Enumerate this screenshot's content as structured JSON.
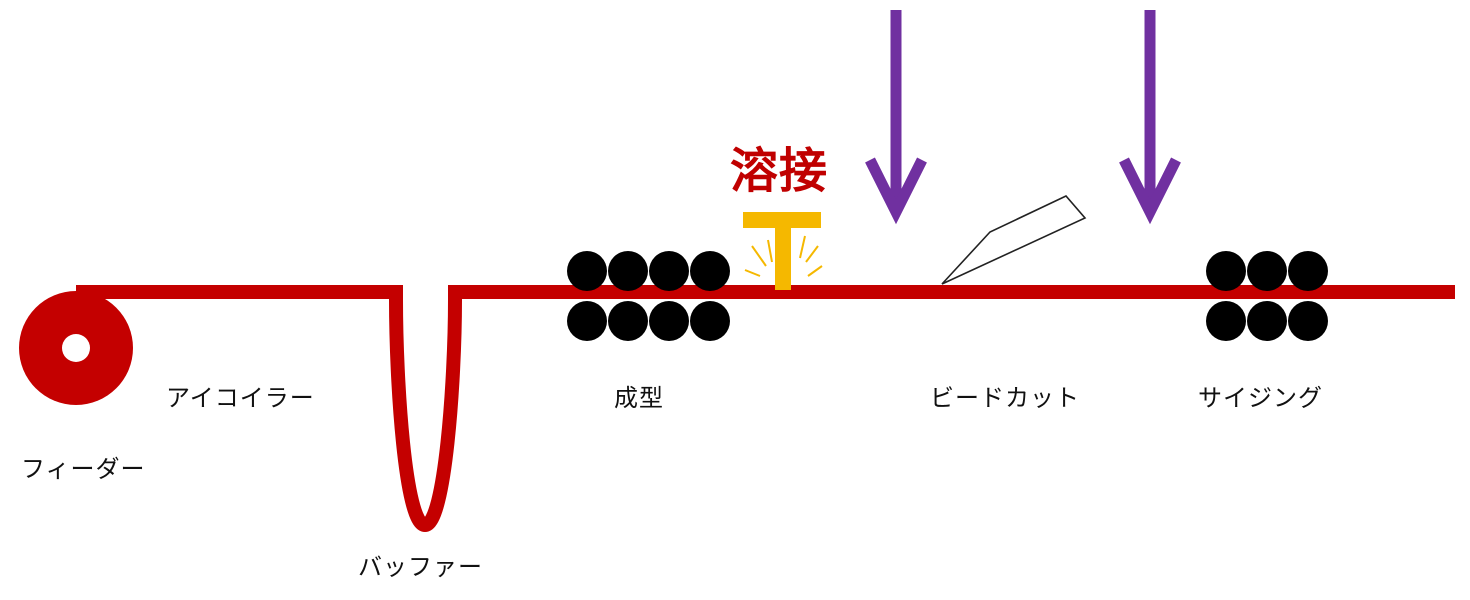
{
  "colors": {
    "strip": "#c40000",
    "roller": "#000000",
    "weld_torch": "#f5b800",
    "weld_text": "#c00000",
    "arrow": "#7030a0",
    "label_text": "#111111"
  },
  "labels": {
    "feeder": "フィーダー",
    "uncoiler": "アイコイラー",
    "buffer": "バッファー",
    "forming": "成型",
    "bead_cut": "ビードカット",
    "sizing": "サイジング"
  },
  "weld": {
    "label": "溶接"
  },
  "icons": {
    "coil": "coil-icon",
    "torch": "weld-torch-icon",
    "knife": "knife-icon",
    "arrow": "down-arrow-icon"
  }
}
